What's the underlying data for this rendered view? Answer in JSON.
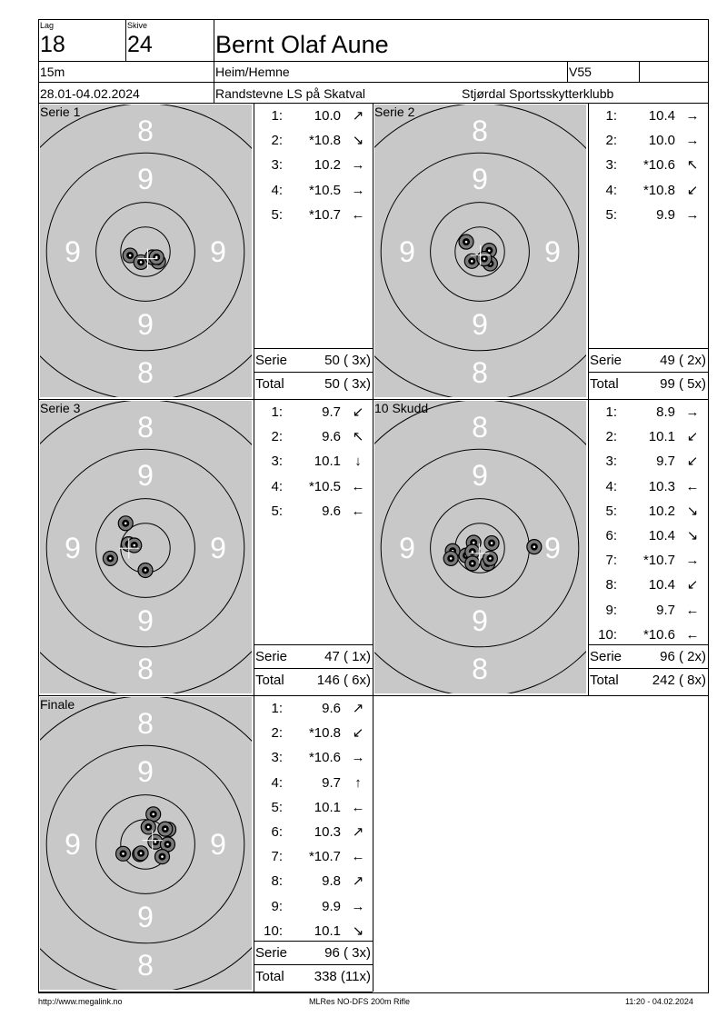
{
  "header": {
    "lag_label": "Lag",
    "lag_value": "18",
    "skive_label": "Skive",
    "skive_value": "24",
    "shooter_name": "Bernt Olaf Aune",
    "distance": "15m",
    "club_short": "Heim/Hemne",
    "class": "V55",
    "dates": "28.01-04.02.2024",
    "event": "Randstevne LS på Skatval",
    "organizer": "Stjørdal Sportsskytterklubb"
  },
  "target_ring_numbers": {
    "eight": "8",
    "nine": "9"
  },
  "series": [
    {
      "title": "Serie 1",
      "shots": [
        {
          "n": "1:",
          "v": "10.0",
          "arrow": "↗"
        },
        {
          "n": "2:",
          "v": "*10.8",
          "arrow": "↘"
        },
        {
          "n": "3:",
          "v": "10.2",
          "arrow": "→"
        },
        {
          "n": "4:",
          "v": "*10.5",
          "arrow": "→"
        },
        {
          "n": "5:",
          "v": "*10.7",
          "arrow": "←"
        }
      ],
      "serie_label": "Serie",
      "serie_value": "50 ( 3x)",
      "total_label": "Total",
      "total_value": "50 ( 3x)",
      "hits": [
        [
          0.52,
          0.4
        ],
        [
          -0.62,
          0.15
        ],
        [
          -0.18,
          0.42
        ],
        [
          0.28,
          0.22
        ],
        [
          0.45,
          0.22
        ]
      ]
    },
    {
      "title": "Serie 2",
      "shots": [
        {
          "n": "1:",
          "v": "10.4",
          "arrow": "→"
        },
        {
          "n": "2:",
          "v": "10.0",
          "arrow": "→"
        },
        {
          "n": "3:",
          "v": "*10.6",
          "arrow": "↖"
        },
        {
          "n": "4:",
          "v": "*10.8",
          "arrow": "↙"
        },
        {
          "n": "5:",
          "v": "9.9",
          "arrow": "→"
        }
      ],
      "serie_label": "Serie",
      "serie_value": "49 ( 2x)",
      "total_label": "Total",
      "total_value": "99 ( 5x)",
      "hits": [
        [
          -0.32,
          0.38
        ],
        [
          -0.55,
          -0.4
        ],
        [
          0.38,
          -0.05
        ],
        [
          0.42,
          0.48
        ],
        [
          0.18,
          0.28
        ]
      ]
    },
    {
      "title": "Serie 3",
      "shots": [
        {
          "n": "1:",
          "v": "9.7",
          "arrow": "↙"
        },
        {
          "n": "2:",
          "v": "9.6",
          "arrow": "↖"
        },
        {
          "n": "3:",
          "v": "10.1",
          "arrow": "↓"
        },
        {
          "n": "4:",
          "v": "*10.5",
          "arrow": "←"
        },
        {
          "n": "5:",
          "v": "9.6",
          "arrow": "←"
        }
      ],
      "serie_label": "Serie",
      "serie_value": "47 ( 1x)",
      "total_label": "Total",
      "total_value": "146 ( 6x)",
      "hits": [
        [
          -0.68,
          -0.16
        ],
        [
          -0.8,
          -1.0
        ],
        [
          0.0,
          0.9
        ],
        [
          -0.45,
          -0.11
        ],
        [
          -1.42,
          0.42
        ]
      ]
    },
    {
      "title": "10 Skudd",
      "shots": [
        {
          "n": "1:",
          "v": "8.9",
          "arrow": "→"
        },
        {
          "n": "2:",
          "v": "10.1",
          "arrow": "↙"
        },
        {
          "n": "3:",
          "v": "9.7",
          "arrow": "↙"
        },
        {
          "n": "4:",
          "v": "10.3",
          "arrow": "←"
        },
        {
          "n": "5:",
          "v": "10.2",
          "arrow": "↘"
        },
        {
          "n": "6:",
          "v": "10.4",
          "arrow": "↘"
        },
        {
          "n": "7:",
          "v": "*10.7",
          "arrow": "→"
        },
        {
          "n": "8:",
          "v": "10.4",
          "arrow": "↙"
        },
        {
          "n": "9:",
          "v": "9.7",
          "arrow": "←"
        },
        {
          "n": "10:",
          "v": "*10.6",
          "arrow": "←"
        }
      ],
      "serie_label": "Serie",
      "serie_value": "96 ( 2x)",
      "total_label": "Total",
      "total_value": "242 ( 8x)",
      "hits": [
        [
          2.2,
          -0.05
        ],
        [
          -0.55,
          0.3
        ],
        [
          -1.1,
          0.12
        ],
        [
          -0.25,
          -0.22
        ],
        [
          -0.3,
          0.15
        ],
        [
          0.48,
          -0.2
        ],
        [
          0.32,
          0.62
        ],
        [
          0.42,
          0.42
        ],
        [
          -1.17,
          0.42
        ],
        [
          -0.3,
          0.62
        ]
      ]
    },
    {
      "title": "Finale",
      "shots": [
        {
          "n": "1:",
          "v": "9.6",
          "arrow": "↗"
        },
        {
          "n": "2:",
          "v": "*10.8",
          "arrow": "↙"
        },
        {
          "n": "3:",
          "v": "*10.6",
          "arrow": "→"
        },
        {
          "n": "4:",
          "v": "9.7",
          "arrow": "↑"
        },
        {
          "n": "5:",
          "v": "10.1",
          "arrow": "←"
        },
        {
          "n": "6:",
          "v": "10.3",
          "arrow": "↗"
        },
        {
          "n": "7:",
          "v": "*10.7",
          "arrow": "←"
        },
        {
          "n": "8:",
          "v": "9.8",
          "arrow": "↗"
        },
        {
          "n": "9:",
          "v": "9.9",
          "arrow": "→"
        },
        {
          "n": "10:",
          "v": "10.1",
          "arrow": "↘"
        }
      ],
      "serie_label": "Serie",
      "serie_value": "96 ( 3x)",
      "total_label": "Total",
      "total_value": "338 (11x)",
      "hits": [
        [
          0.32,
          -1.22
        ],
        [
          -0.23,
          0.4
        ],
        [
          -0.18,
          0.36
        ],
        [
          0.94,
          -0.6
        ],
        [
          0.12,
          -0.7
        ],
        [
          0.4,
          -0.1
        ],
        [
          0.8,
          -0.62
        ],
        [
          0.9,
          0.0
        ],
        [
          -0.9,
          0.38
        ],
        [
          0.68,
          0.5
        ]
      ]
    }
  ],
  "footer": {
    "left": "http://www.megalink.no",
    "center": "MLRes NO-DFS 200m Rifle",
    "right": "11:20 - 04.02.2024"
  }
}
